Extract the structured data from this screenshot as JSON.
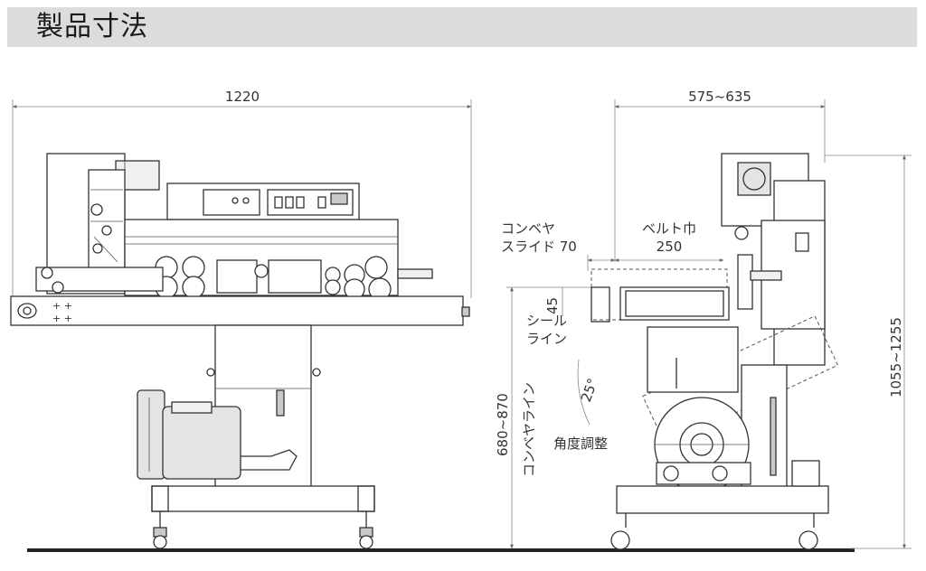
{
  "title": "製品寸法",
  "front_view": {
    "width_dim": "1220"
  },
  "side_view": {
    "depth_dim": "575~635",
    "conveyor_slide_label_1": "コンベヤ",
    "conveyor_slide_label_2": "スライド 70",
    "belt_width_label": "ベルト巾",
    "belt_width_value": "250",
    "seal_offset": "45",
    "seal_line_label_1": "シール",
    "seal_line_label_2": "ライン",
    "angle_value": "25°",
    "angle_adjust_label": "角度調整",
    "conveyor_height": "680~870",
    "conveyor_line_label": "コンベヤライン",
    "total_height": "1055~1255"
  }
}
